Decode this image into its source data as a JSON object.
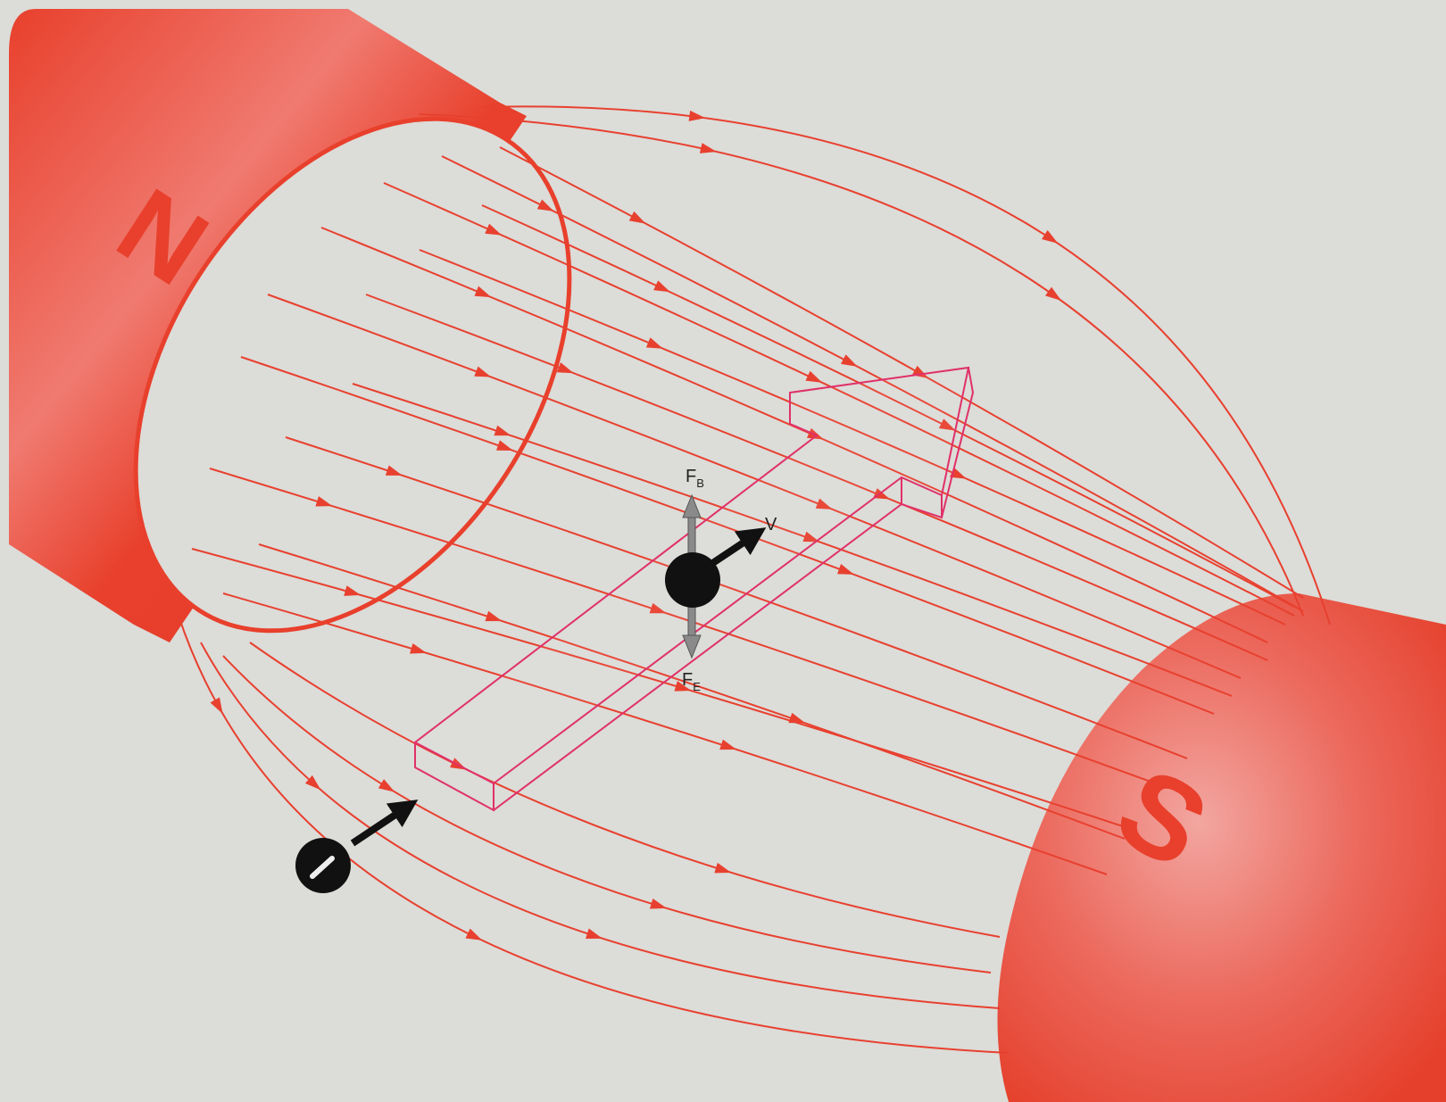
{
  "diagram": {
    "north_pole_label": "N",
    "south_pole_label": "S",
    "magnetic_force_label": "F",
    "magnetic_force_subscript": "B",
    "electric_force_label": "F",
    "electric_force_subscript": "E",
    "velocity_label": "V",
    "particle_charge": "negative",
    "field_direction": "north-to-south",
    "colors": {
      "magnet": "#e8432e",
      "field_lines": "#e8402f",
      "direction_arrow_outline": "#e0306a",
      "particle": "#111111",
      "force_arrows": "#8a8a8a",
      "background": "#dcdcd8"
    }
  }
}
